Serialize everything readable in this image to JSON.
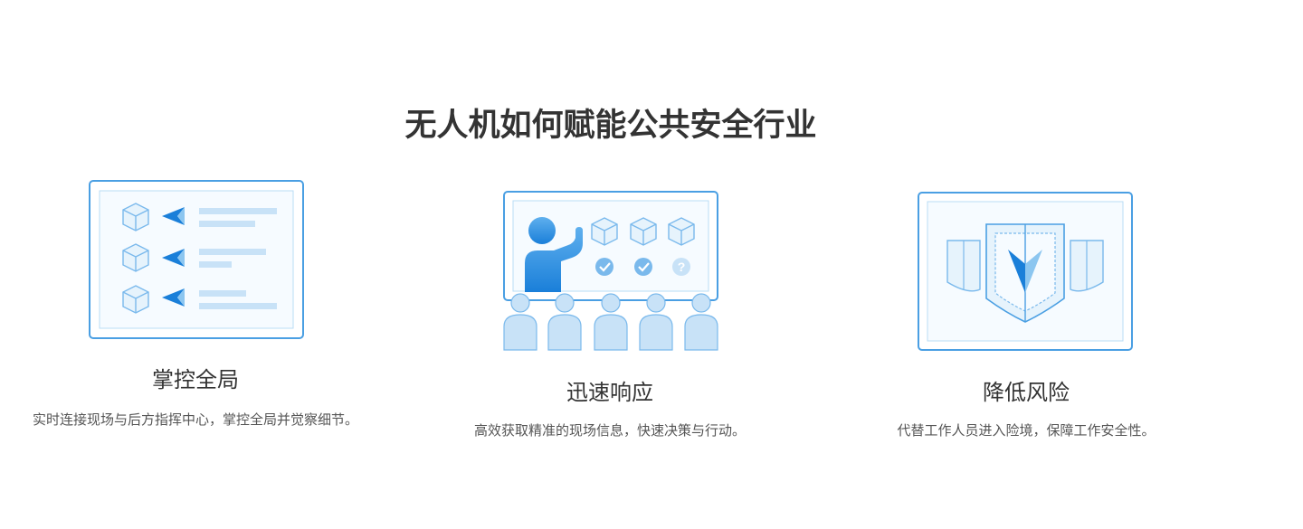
{
  "section": {
    "title": "无人机如何赋能公共安全行业"
  },
  "cards": [
    {
      "title": "掌控全局",
      "description": "实时连接现场与后方指挥中心，掌控全局并觉察细节。",
      "icon": "monitor-drones-icon"
    },
    {
      "title": "迅速响应",
      "description": "高效获取精准的现场信息，快速决策与行动。",
      "icon": "briefing-audience-icon"
    },
    {
      "title": "降低风险",
      "description": "代替工作人员进入险境，保障工作安全性。",
      "icon": "shield-icon",
      "illustration_marks": [
        "?"
      ]
    }
  ],
  "colors": {
    "primary_blue": "#1a7fd9",
    "light_blue": "#c8e2f7",
    "outline_blue": "#5aaae8",
    "title_text": "#333333",
    "body_text": "#555555"
  }
}
